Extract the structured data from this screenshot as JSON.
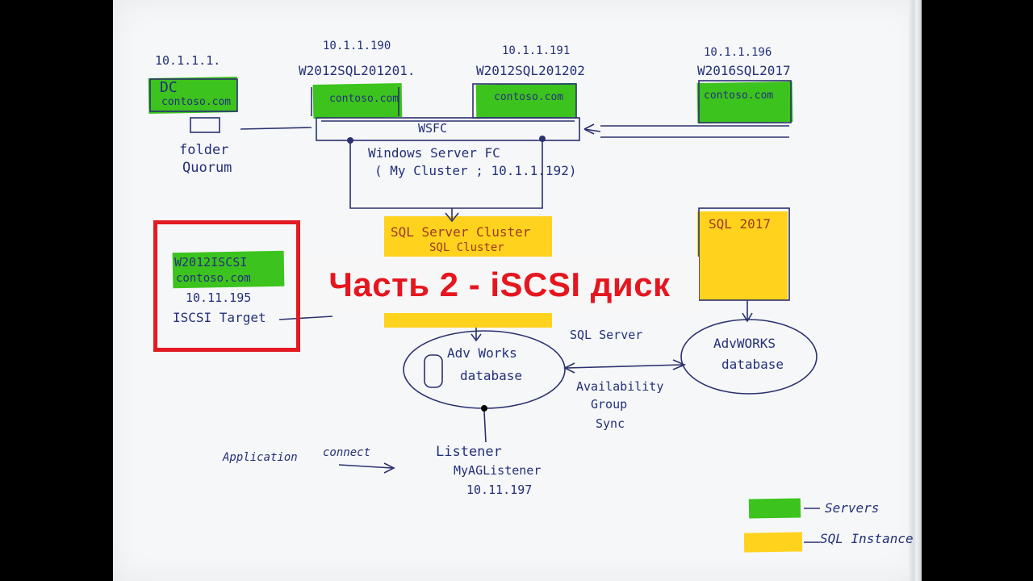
{
  "colors": {
    "server_green": "#3cc31e",
    "sql_yellow": "#ffd21e",
    "title_red": "#e5161f",
    "ink": "#23307a"
  },
  "title": "Часть 2 - iSCSI диск",
  "dc": {
    "ip": "10.1.1.1.",
    "name": "DC",
    "domain": "contoso.com",
    "share_label_1": "folder",
    "share_label_2": "Quorum"
  },
  "node1": {
    "ip": "10.1.1.190",
    "name": "W2012SQL201201.",
    "domain": "contoso.com"
  },
  "node2": {
    "ip": "10.1.1.191",
    "name": "W2012SQL201202",
    "domain": "contoso.com"
  },
  "node3": {
    "ip": "10.1.1.196",
    "name": "W2016SQL2017",
    "domain": "contoso.com"
  },
  "wsfc": {
    "label": "WSFC",
    "line1": "Windows Server FC",
    "line2": "( My Cluster ; 10.1.1.192)"
  },
  "sql_cluster": {
    "line1": "SQL Server Cluster",
    "line2": "SQL Cluster"
  },
  "sql2017": {
    "label": "SQL 2017"
  },
  "iscsi": {
    "name": "W2012ISCSI",
    "domain": "contoso.com",
    "ip": "10.11.195",
    "role": "ISCSI Target"
  },
  "db1": {
    "line1": "Adv Works",
    "line2": "database"
  },
  "db2": {
    "line1": "AdvWORKS",
    "line2": "database"
  },
  "ag": {
    "top": "SQL Server",
    "line1": "Availability",
    "line2": "Group",
    "line3": "Sync"
  },
  "listener": {
    "line1": "Listener",
    "line2": "MyAGListener",
    "line3": "10.11.197"
  },
  "app": {
    "label1": "Application",
    "label2": "connect"
  },
  "legend": {
    "servers": "Servers",
    "sql_instance": "SQL Instance"
  }
}
